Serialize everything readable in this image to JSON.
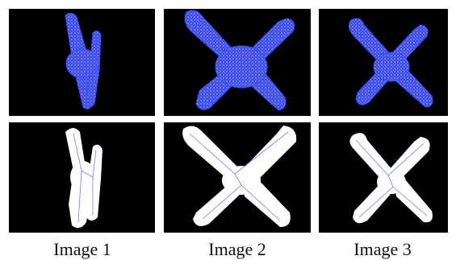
{
  "colors": {
    "background": "#000000",
    "wireframe": "#3a4cff",
    "mesh_fill": "#1f2fd8",
    "silhouette": "#ffffff",
    "skeleton": "#6f7cff"
  },
  "figure": {
    "captions": [
      "Image 1",
      "Image 2",
      "Image 3"
    ]
  }
}
